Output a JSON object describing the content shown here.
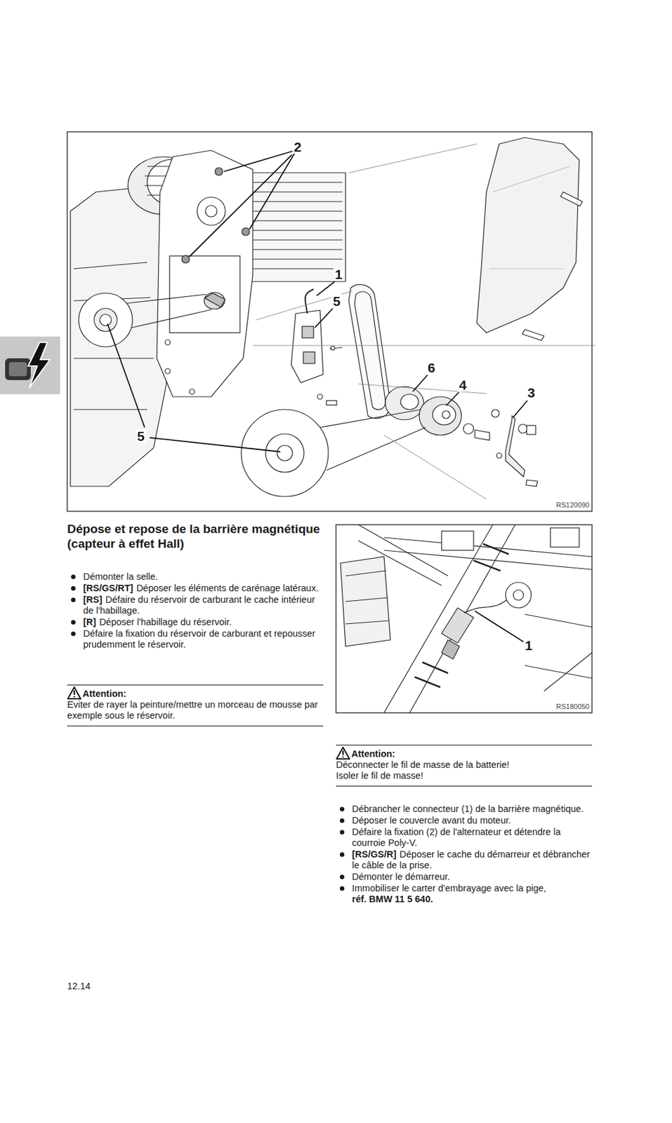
{
  "diagram": {
    "title": "Dépose et repose de la barrière magnétique (capteur à effet Hall)",
    "labels": [
      "2",
      "1",
      "5",
      "6",
      "4",
      "3",
      "5",
      "RS120090",
      "Démonter la selle.",
      "[RS/GS/RT]",
      "Déposer les éléments de carénage latéraux.",
      "[RS]",
      "Défaire du réservoir de carburant le cache intérieur de l'habillage.",
      "[R]",
      "Déposer l'habillage du réservoir.",
      "Défaire la fixation du réservoir de carburant et repousser prudemment le réservoir.",
      "Attention:",
      "Eviter de rayer la peinture/mettre un morceau de mousse par exemple sous le réservoir.",
      "1",
      "RS180050",
      "Attention:",
      "Déconnecter le fil de masse de la batterie!",
      "Isoler le fil de masse!",
      "Débrancher le connecteur (1) de la barrière magnétique.",
      "Déposer le couvercle avant du moteur.",
      "Défaire la fixation (2) de l'alternateur et détendre la courroie Poly-V.",
      "[RS/GS/R]",
      "Déposer le cache du démarreur et débrancher le câble de la prise.",
      "Démonter le démarreur.",
      "Immobiliser le carter d'embrayage avec la pige,",
      "réf. BMW 11 5 640.",
      "12.14"
    ]
  }
}
